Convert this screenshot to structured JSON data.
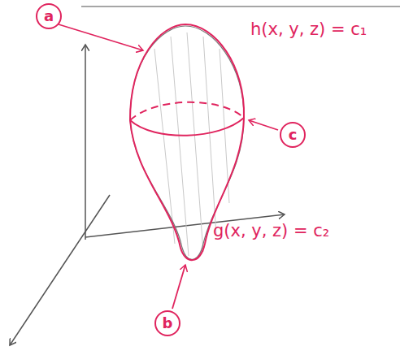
{
  "diagram": {
    "nodes": [
      {
        "text": [
          "a"
        ]
      },
      {
        "text": [
          "c"
        ]
      },
      {
        "text": [
          "b"
        ]
      }
    ],
    "labels": [
      "h(x, y, z) = c₁",
      "g(x, y, z) = c₂"
    ]
  }
}
